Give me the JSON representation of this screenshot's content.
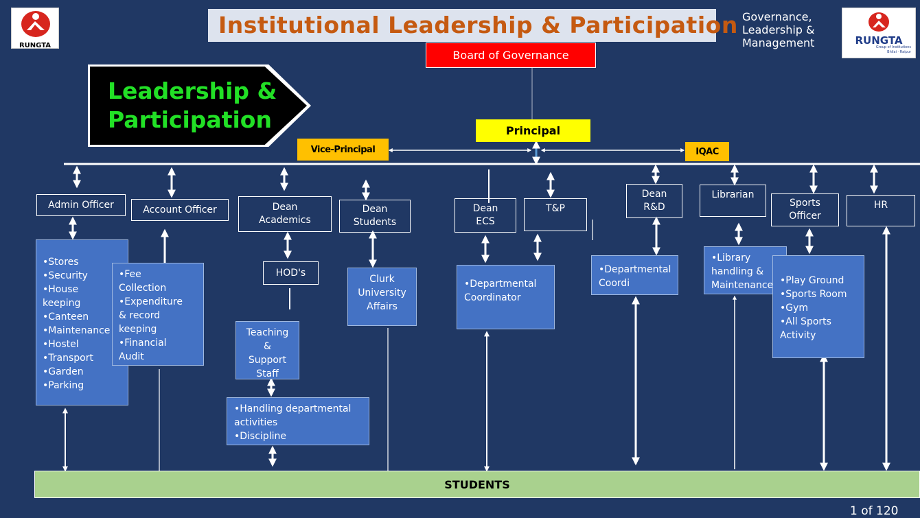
{
  "header": {
    "title": "Institutional Leadership & Participation",
    "governance_text": "Governance,\nLeadership &\nManagement",
    "logo_left_text": "RUNGTA",
    "logo_right_text": "RUNGTA",
    "logo_right_sub": "Group of Institutions",
    "logo_right_sub2": "Bhilai · Raipur"
  },
  "banner": {
    "text": "Leadership &\nParticipation"
  },
  "top": {
    "board": "Board of Governance",
    "principal": "Principal",
    "vice_principal": "Vice-Principal",
    "iqac": "IQAC"
  },
  "roles": {
    "admin_officer": "Admin Officer",
    "account_officer": "Account Officer",
    "dean_academics": "Dean\nAcademics",
    "dean_students": "Dean\nStudents",
    "dean_ecs": "Dean\nECS",
    "tp": "T&P",
    "dean_rd": "Dean\nR&D",
    "librarian": "Librarian",
    "sports_officer": "Sports\nOfficer",
    "hr": "HR",
    "hods": "HOD's",
    "teaching_staff": "Teaching\n&\nSupport\nStaff"
  },
  "details": {
    "admin": "•Stores\n•Security\n•House\nkeeping\n•Canteen\n•Maintenance\n•Hostel\n•Transport\n•Garden\n•Parking",
    "account": "•Fee\nCollection\n•Expenditure\n& record\nkeeping\n•Financial\nAudit",
    "handling": "•Handling departmental\nactivities\n•Discipline",
    "clurk": "Clurk\nUniversity\nAffairs",
    "dept_coordinator": "•Departmental\nCoordinator",
    "dept_coordi": "•Departmental\nCoordi",
    "library": "•Library\nhandling &\nMaintenance",
    "sports": "•Play Ground\n•Sports Room\n•Gym\n•All Sports\nActivity"
  },
  "footer": {
    "students": "STUDENTS",
    "page": "1 of 120"
  }
}
